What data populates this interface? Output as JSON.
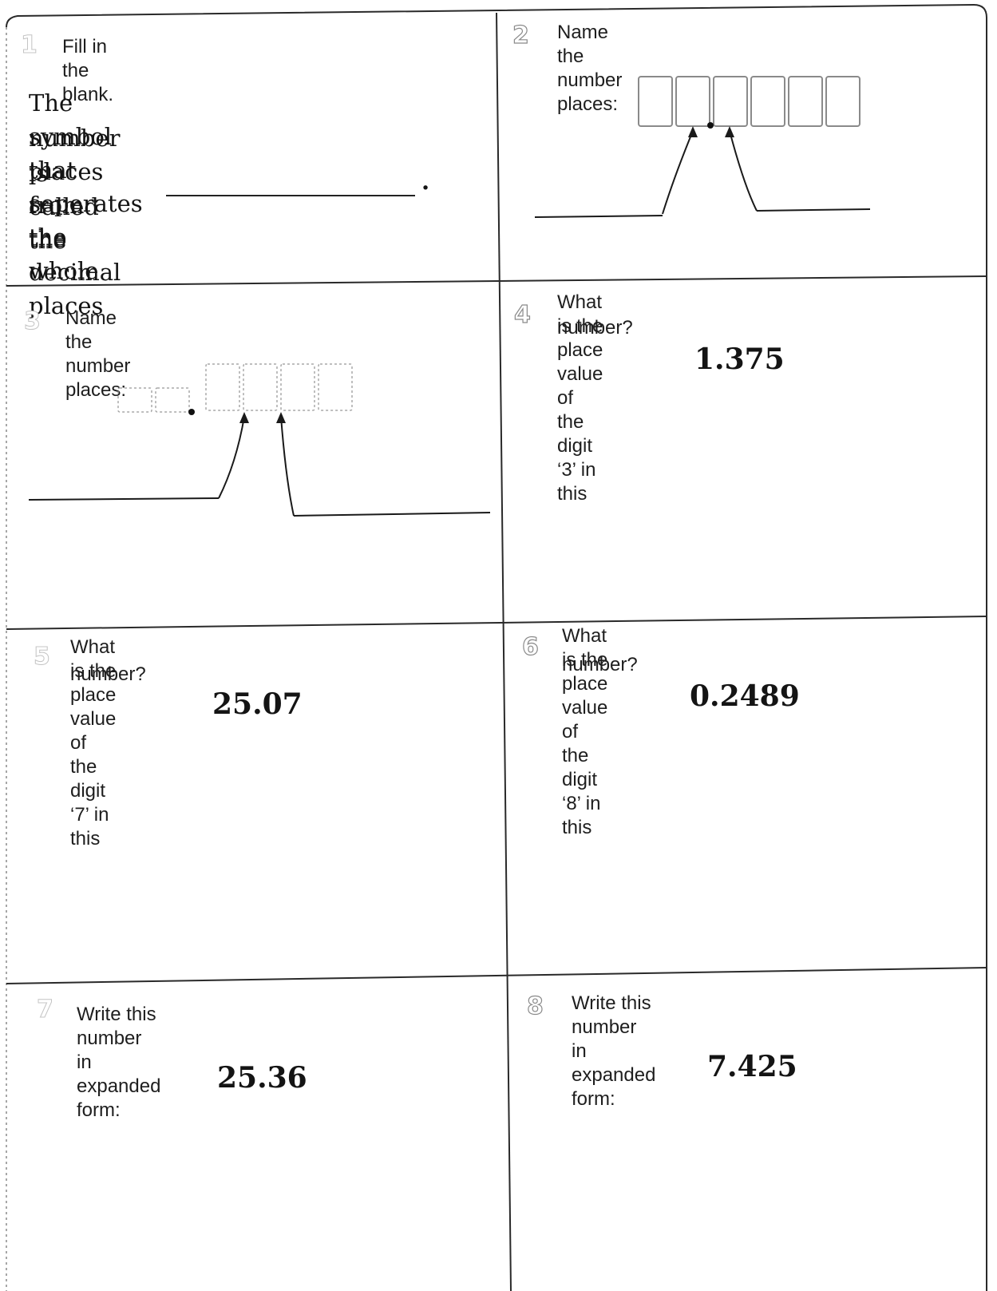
{
  "questions": [
    {
      "number": "1",
      "prompt": "Fill in the blank.",
      "statement_lines": [
        "The symbol that seperates the whole",
        "number places from the decimal places",
        "is called the"
      ],
      "blank_end": "."
    },
    {
      "number": "2",
      "prompt": "Name the number places:"
    },
    {
      "number": "3",
      "prompt": "Name the number places:"
    },
    {
      "number": "4",
      "prompt_lines": [
        "What is the place value of the digit ‘3’ in this",
        "number?"
      ],
      "value": "1.375"
    },
    {
      "number": "5",
      "prompt_lines": [
        "What is the place value of the digit ‘7’ in this",
        "number?"
      ],
      "value": "25.07"
    },
    {
      "number": "6",
      "prompt_lines": [
        "What is the place value of the digit ‘8’ in this",
        "number?"
      ],
      "value": "0.2489"
    },
    {
      "number": "7",
      "prompt": "Write this number in expanded form:",
      "value": "25.36"
    },
    {
      "number": "8",
      "prompt": "Write this number in expanded form:",
      "value": "7.425"
    }
  ],
  "colors": {
    "ink": "#1a1a1a",
    "border": "#2a2a2a",
    "faint_box": "#9a9a9a"
  }
}
